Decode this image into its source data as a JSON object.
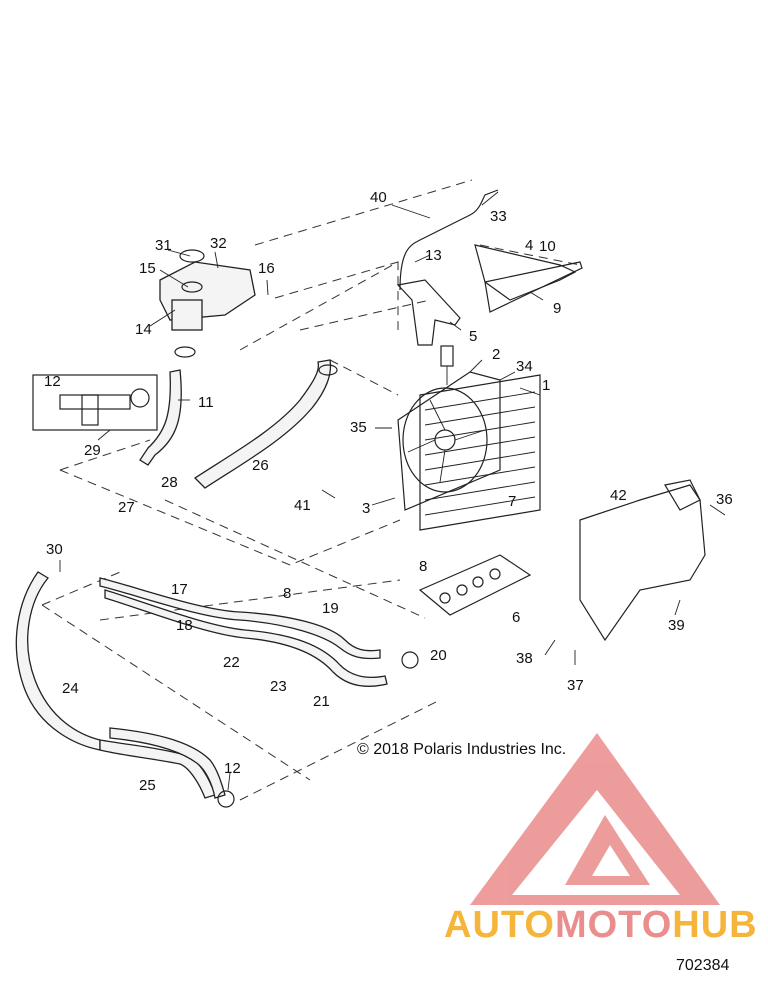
{
  "diagram": {
    "copyright": "© 2018 Polaris Industries Inc.",
    "reference_number": "702384",
    "watermark": {
      "part1": "AUTO",
      "part2": "MOTO",
      "part3": "HUB"
    },
    "callouts": {
      "c1": "1",
      "c2": "2",
      "c3": "3",
      "c4": "4",
      "c5": "5",
      "c6": "6",
      "c7": "7",
      "c8a": "8",
      "c8b": "8",
      "c9": "9",
      "c10": "10",
      "c11": "11",
      "c12a": "12",
      "c12b": "12",
      "c13": "13",
      "c14": "14",
      "c15": "15",
      "c16": "16",
      "c17": "17",
      "c18": "18",
      "c19": "19",
      "c20": "20",
      "c21": "21",
      "c22": "22",
      "c23": "23",
      "c24": "24",
      "c25": "25",
      "c26": "26",
      "c27": "27",
      "c28": "28",
      "c29": "29",
      "c30": "30",
      "c31": "31",
      "c32": "32",
      "c33": "33",
      "c34": "34",
      "c35": "35",
      "c36": "36",
      "c37": "37",
      "c38": "38",
      "c39": "39",
      "c40": "40",
      "c41": "41",
      "c42": "42"
    }
  }
}
